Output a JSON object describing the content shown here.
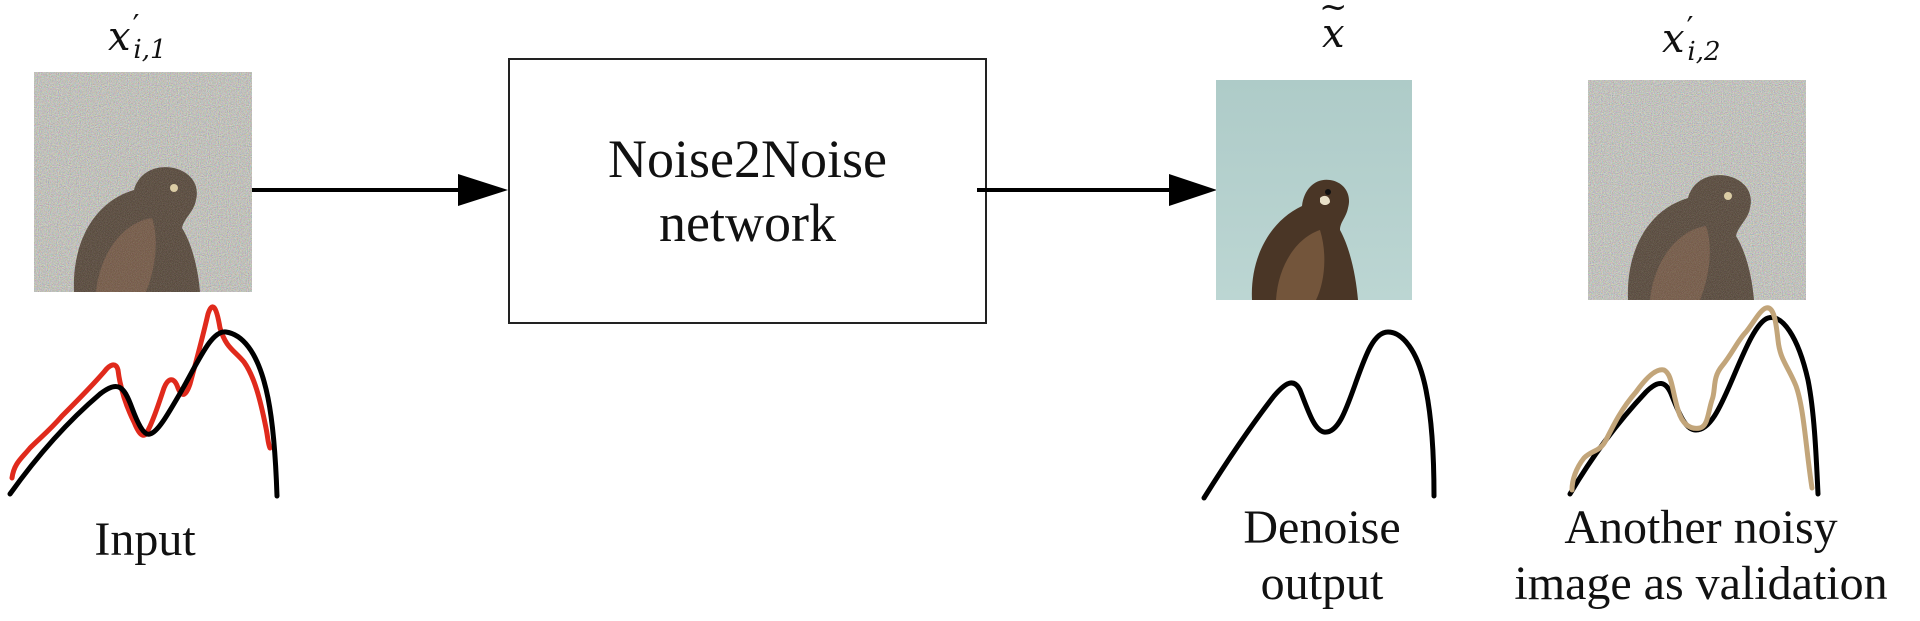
{
  "input": {
    "symbol_base": "x",
    "symbol_prime": "′",
    "symbol_sub": "i,1",
    "caption": "Input"
  },
  "network": {
    "line1": "Noise2Noise",
    "line2": "network"
  },
  "output": {
    "symbol_base": "x",
    "symbol_tilde": "~",
    "caption_line1": "Denoise",
    "caption_line2": "output"
  },
  "validation": {
    "symbol_base": "x",
    "symbol_prime": "′",
    "symbol_sub": "i,2",
    "caption_line1": "Another noisy",
    "caption_line2": "image as validation"
  },
  "colors": {
    "clean_curve": "#000000",
    "noisy_curve_input": "#e02a1c",
    "noisy_curve_validation": "#c2a57a",
    "clean_sky": "#b7d2cf"
  },
  "icons": {
    "input_image": "noisy-hawk-image",
    "output_image": "denoised-hawk-image",
    "validation_image": "noisy-hawk-image"
  }
}
